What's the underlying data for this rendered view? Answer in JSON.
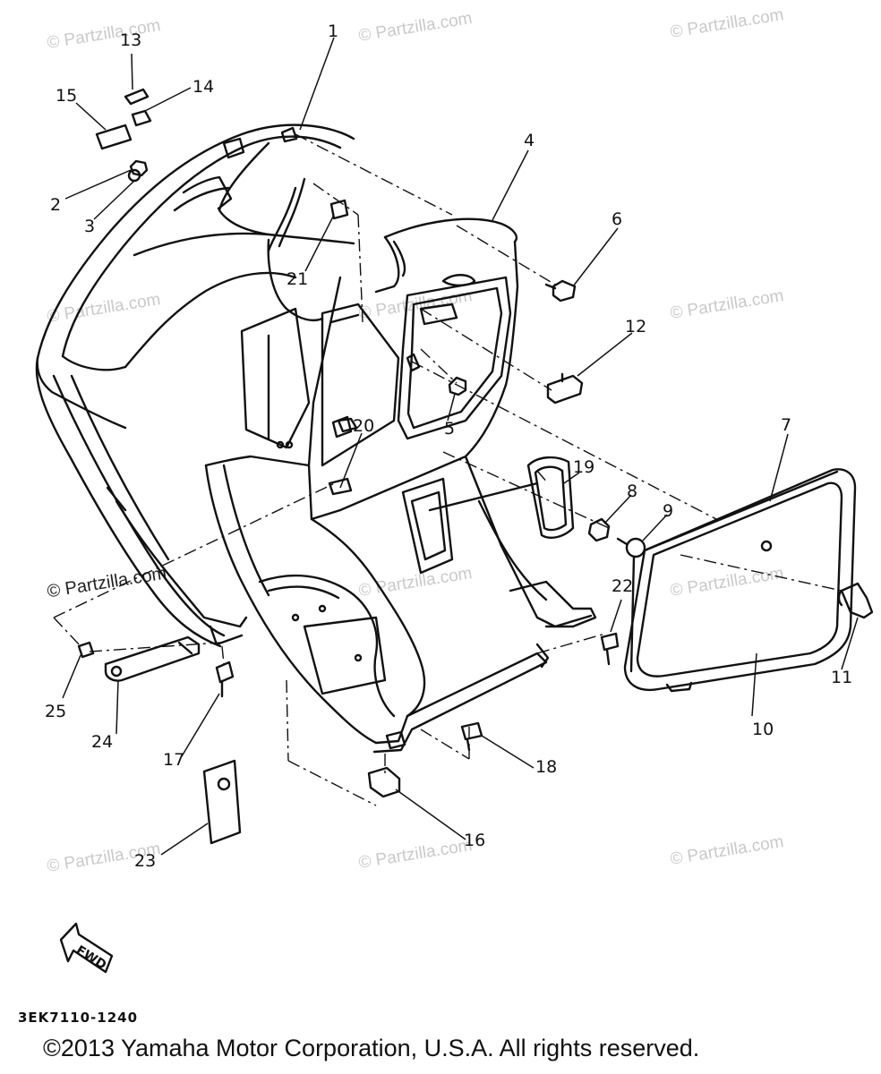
{
  "watermark": {
    "text": "© Partzilla.com",
    "color": "#c9c9c9"
  },
  "callouts": {
    "p1": "1",
    "p2": "2",
    "p3": "3",
    "p4": "4",
    "p5": "5",
    "p6": "6",
    "p7": "7",
    "p8": "8",
    "p9": "9",
    "p10": "10",
    "p11": "11",
    "p12": "12",
    "p13": "13",
    "p14": "14",
    "p15": "15",
    "p16": "16",
    "p17": "17",
    "p18": "18",
    "p19": "19",
    "p20": "20",
    "p21": "21",
    "p22": "22",
    "p23": "23",
    "p24": "24",
    "p25": "25"
  },
  "fwd_label": "FWD",
  "diagram_code": "3EK7110-1240",
  "copyright": "©2013  Yamaha Motor Corporation, U.S.A. All rights reserved."
}
